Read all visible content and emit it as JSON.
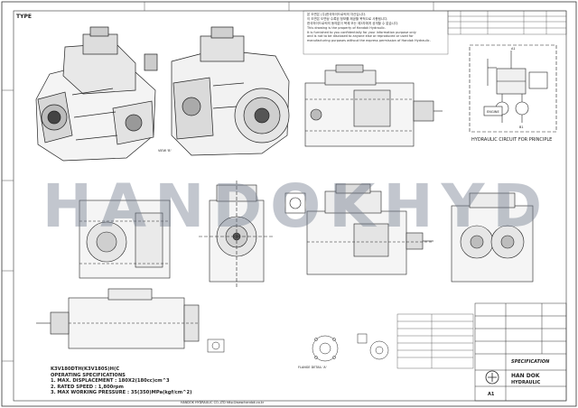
{
  "watermark": "HANDOKHYD",
  "top_left_tag": "TYPE",
  "notice_lines": [
    "본 도면은 (주)한국하이드로릭의 자산입니다.",
    "이 도면은 도면상 수록된 정보를 제공할 목적으로 사용됩니다.",
    "한국하이드로릭의 동의없이 복제 또는 제3자에게 공개할 수 없습니다.",
    "This drawing is the property of Handok Hydraulic.",
    "It is furnished to you confidentially for your information purpose only",
    "and is not to be disclosed to anyone else or reproduced or used for",
    "manufacturing purposes without the express permission of Handok Hydraulic."
  ],
  "view_label": "VIEW 'B'",
  "circuit": {
    "title": "HYDRAULIC CIRCUIT FOR PRINCIPLE",
    "engine": "ENGINE",
    "a1": "A1",
    "b1": "B1"
  },
  "spec": {
    "model": "K3V180DTH(K3V180S)H(C",
    "heading": "OPERATING SPECIFICATIONS",
    "items": [
      "1. MAX. DISPLACEMENT : 180X2(180cc)cm^3",
      "2. RATED SPEED : 1,800rpm",
      "3. MAX WORKING PRESSURE : 35(350)MPa(kgf/cm^2)"
    ]
  },
  "flange_label": "FLANGE DETAIL 'A'",
  "title_block": {
    "company_line1": "HAN DOK",
    "company_line2": "HYDRAULIC",
    "doc_type": "SPECIFICATION",
    "sheet_size": "A1"
  },
  "footer": "HANDOK HYDRAULIC CO.,LTD   http://www.handok.co.kr",
  "colors": {
    "ink": "#222222",
    "watermark": "#6f7a8c",
    "paper": "#ffffff"
  }
}
